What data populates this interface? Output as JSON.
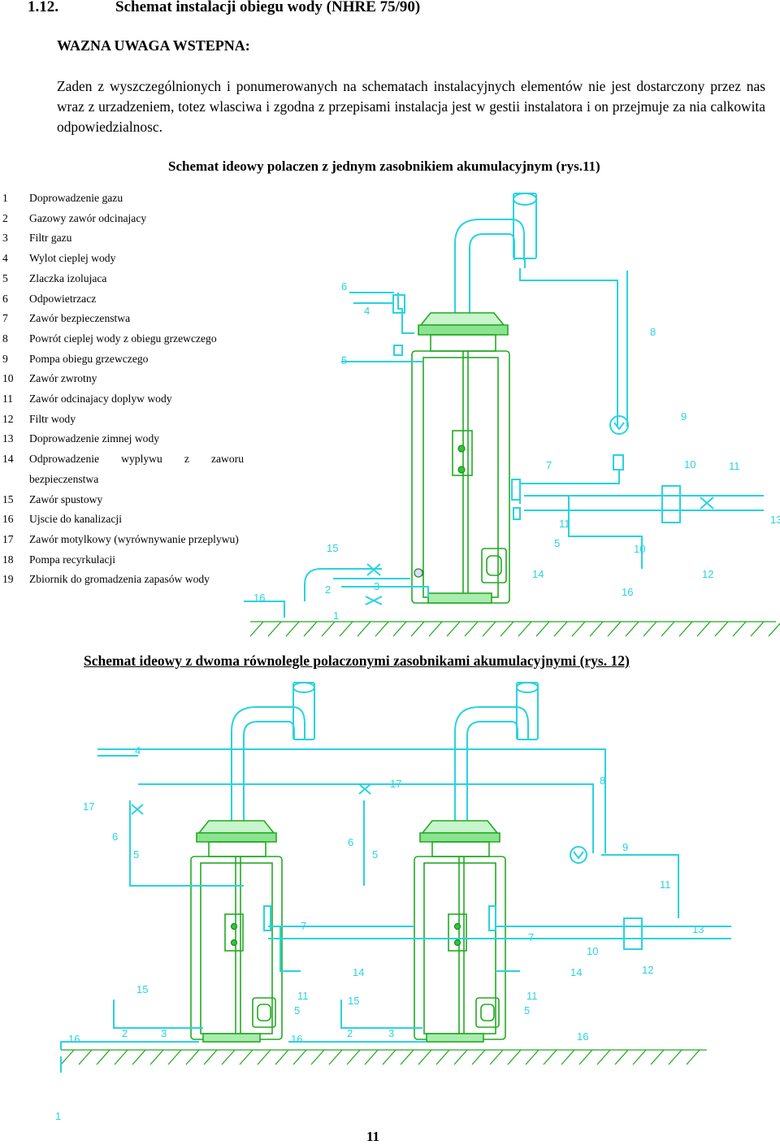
{
  "heading": {
    "number": "1.12.",
    "title": "Schemat instalacji obiegu wody (NHRE 75/90)"
  },
  "note": {
    "title": "WAZNA UWAGA WSTEPNA:",
    "text": "Zaden z wyszczególnionych i ponumerowanych na schematach instalacyjnych elementów nie jest dostarczony przez nas wraz z urzadzeniem, totez wlasciwa i zgodna z przepisami instalacja jest w gestii instalatora i on przejmuje za nia calkowita odpowiedzialnosc."
  },
  "diagram1": {
    "caption": "Schemat ideowy polaczen z jednym zasobnikiem akumulacyjnym (rys.11)",
    "labels": [
      "6",
      "4",
      "5",
      "8",
      "9",
      "7",
      "10",
      "11",
      "13",
      "15",
      "11",
      "5",
      "10",
      "14",
      "12",
      "2",
      "3",
      "16",
      "16",
      "1"
    ]
  },
  "legend": [
    {
      "num": "1",
      "text": "Doprowadzenie gazu"
    },
    {
      "num": "2",
      "text": "Gazowy zawór odcinajacy"
    },
    {
      "num": "3",
      "text": "Filtr gazu"
    },
    {
      "num": "4",
      "text": "Wylot cieplej wody"
    },
    {
      "num": "5",
      "text": "Zlaczka izolujaca"
    },
    {
      "num": "6",
      "text": "Odpowietrzacz"
    },
    {
      "num": "7",
      "text": "Zawór bezpieczenstwa"
    },
    {
      "num": "8",
      "text": "Powrót cieplej wody z obiegu grzewczego"
    },
    {
      "num": "9",
      "text": "Pompa obiegu grzewczego"
    },
    {
      "num": "10",
      "text": "Zawór zwrotny"
    },
    {
      "num": "11",
      "text": "Zawór odcinajacy doplyw wody"
    },
    {
      "num": "12",
      "text": "Filtr wody"
    },
    {
      "num": "13",
      "text": "Doprowadzenie zimnej wody"
    },
    {
      "num": "14",
      "text": "Odprowadzenie wyplywu z zaworu bezpieczenstwa"
    },
    {
      "num": "15",
      "text": "Zawór spustowy"
    },
    {
      "num": "16",
      "text": "Ujscie do kanalizacji"
    },
    {
      "num": "17",
      "text": "Zawór motylkowy (wyrównywanie przeplywu)"
    },
    {
      "num": "18",
      "text": "Pompa recyrkulacji"
    },
    {
      "num": "19",
      "text": "Zbiornik do gromadzenia zapasów wody"
    }
  ],
  "diagram2": {
    "caption": "Schemat ideowy z dwoma równolegle polaczonymi zasobnikami akumulacyjnymi",
    "caption_tail": " (rys. 12)",
    "labels": [
      "4",
      "17",
      "8",
      "17",
      "6",
      "5",
      "6",
      "5",
      "9",
      "11",
      "7",
      "7",
      "13",
      "10",
      "14",
      "14",
      "12",
      "15",
      "11",
      "5",
      "15",
      "11",
      "5",
      "16",
      "2",
      "3",
      "16",
      "2",
      "3",
      "16",
      "1"
    ]
  },
  "page_number": "11",
  "colors": {
    "pipe": "#29d3df",
    "heater": "#22aa22",
    "text": "#000000"
  }
}
